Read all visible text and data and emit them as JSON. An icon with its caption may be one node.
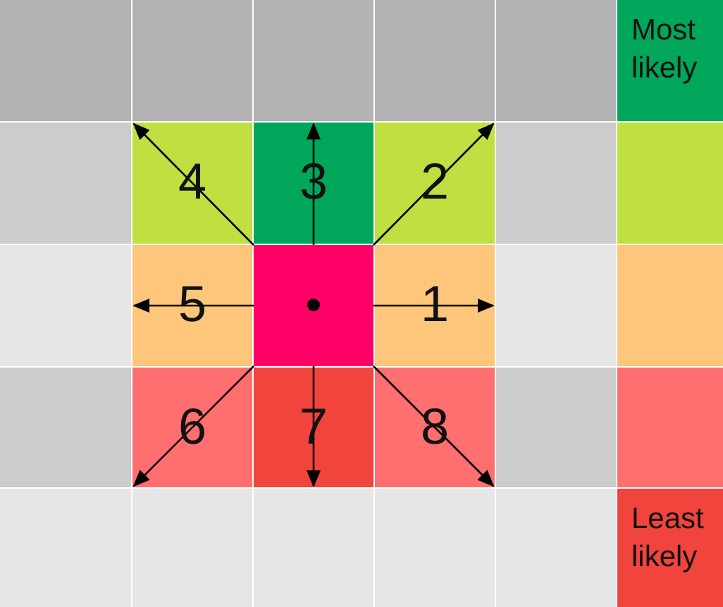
{
  "diagram": {
    "nodes": [
      {
        "text": [
          "4"
        ]
      },
      {
        "text": [
          "3"
        ]
      },
      {
        "text": [
          "2"
        ]
      },
      {
        "text": [
          "5"
        ]
      },
      {
        "text": [],
        "shape": "box"
      },
      {
        "text": [
          "1"
        ]
      },
      {
        "text": [
          "6"
        ]
      },
      {
        "text": [
          "7"
        ]
      },
      {
        "text": [
          "8"
        ]
      }
    ],
    "edges": [
      {
        "from": 4,
        "to": 5,
        "arrow": "to"
      },
      {
        "from": 4,
        "to": 2,
        "arrow": "to"
      },
      {
        "from": 4,
        "to": 1,
        "arrow": "to"
      },
      {
        "from": 4,
        "to": 0,
        "arrow": "to"
      },
      {
        "from": 4,
        "to": 3,
        "arrow": "to"
      },
      {
        "from": 4,
        "to": 6,
        "arrow": "to"
      },
      {
        "from": 4,
        "to": 7,
        "arrow": "to"
      },
      {
        "from": 4,
        "to": 8,
        "arrow": "to"
      }
    ],
    "legend": [
      {
        "text": "Most likely",
        "color": "#00a65a"
      },
      {
        "text": "Least likely",
        "color": "#f0443c"
      }
    ]
  }
}
